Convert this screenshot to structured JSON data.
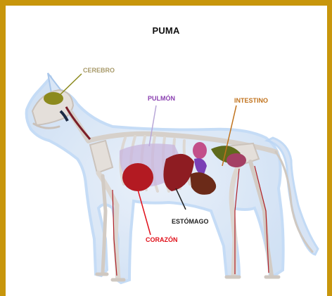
{
  "title": "PUMA",
  "labels": {
    "cerebro": "CEREBRO",
    "pulmon": "PULMÓN",
    "intestino": "INTESTINO",
    "estomago": "ESTÓMAGO",
    "corazon": "CORAZÓN"
  },
  "colors": {
    "frame": "#c8960c",
    "cerebro": "#a89a6a",
    "pulmon": "#8a3fb0",
    "intestino": "#c0721c",
    "estomago": "#222222",
    "corazon": "#e0101a"
  }
}
